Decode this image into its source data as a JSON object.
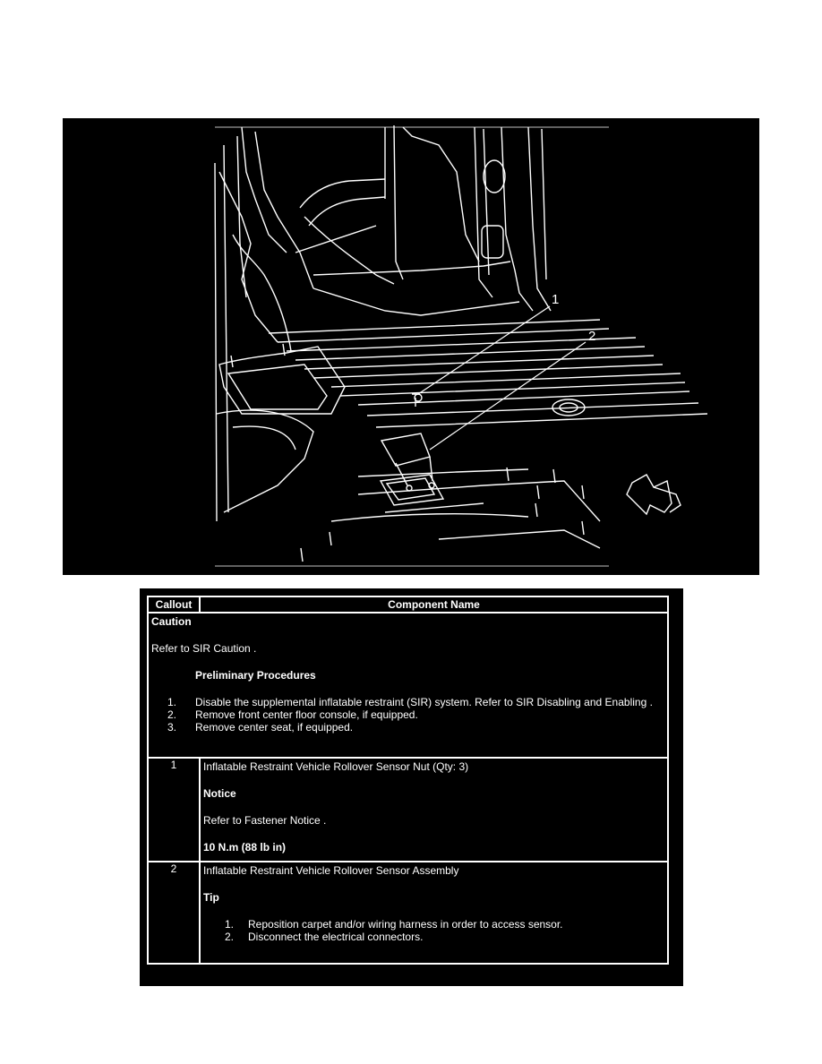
{
  "figure": {
    "callouts": [
      "1",
      "2"
    ]
  },
  "table": {
    "headers": {
      "callout": "Callout",
      "component": "Component Name"
    },
    "caution": {
      "title": "Caution",
      "text": "Refer to SIR Caution .",
      "preliminary_title": "Preliminary Procedures",
      "steps": [
        {
          "num": "1.",
          "text": "Disable the supplemental inflatable restraint (SIR) system. Refer to SIR Disabling and Enabling ."
        },
        {
          "num": "2.",
          "text": "Remove front center floor console, if equipped."
        },
        {
          "num": "3.",
          "text": "Remove center seat, if equipped."
        }
      ]
    },
    "rows": [
      {
        "callout": "1",
        "name": "Inflatable Restraint Vehicle Rollover Sensor Nut (Qty: 3)",
        "notice_title": "Notice",
        "notice_text": "Refer to Fastener Notice .",
        "torque": "10 N.m (88 lb in)"
      },
      {
        "callout": "2",
        "name": "Inflatable Restraint Vehicle Rollover Sensor Assembly",
        "tip_title": "Tip",
        "tip_steps": [
          {
            "num": "1.",
            "text": "Reposition carpet and/or wiring harness in order to access sensor."
          },
          {
            "num": "2.",
            "text": "Disconnect the electrical connectors."
          }
        ]
      }
    ]
  }
}
